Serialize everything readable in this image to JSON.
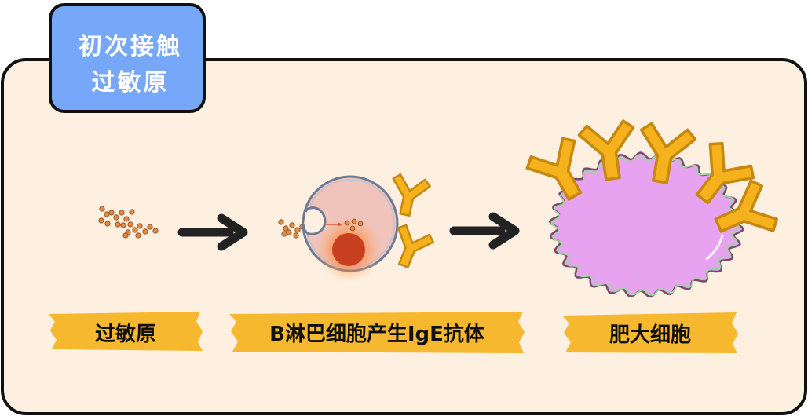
{
  "title_tag": {
    "line1": "初次接触",
    "line2": "过敏原"
  },
  "labels": {
    "allergen": "过敏原",
    "b_cell": "B淋巴细胞产生IgE抗体",
    "mast_cell": "肥大细胞"
  },
  "colors": {
    "panel_fill": "#fdf0e1",
    "tag_fill": "#76a7f9",
    "highlight": "#f5b82e",
    "antibody": "#f6b21c",
    "particle": "#e08a45",
    "b_cell_body": "#f0c3bb",
    "nucleus": "#c8401f",
    "mast_cell_body": "#e7a3ef",
    "arrow": "#222222"
  },
  "icons": [
    "right-arrow-icon",
    "antibody-y-icon",
    "allergen-particle-icon"
  ]
}
